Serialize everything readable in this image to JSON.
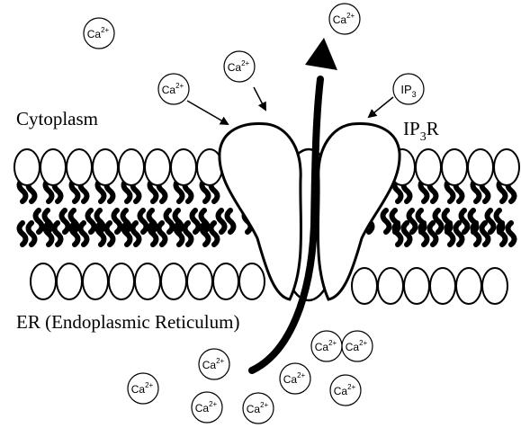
{
  "labels": {
    "cytoplasm": "Cytoplasm",
    "er": "ER (Endoplasmic Reticulum)",
    "receptor_main": "IP",
    "receptor_sub": "3",
    "receptor_tail": "R"
  },
  "ligand": {
    "main": "IP",
    "sub": "3"
  },
  "ion": {
    "main": "Ca",
    "sup": "2+"
  }
}
